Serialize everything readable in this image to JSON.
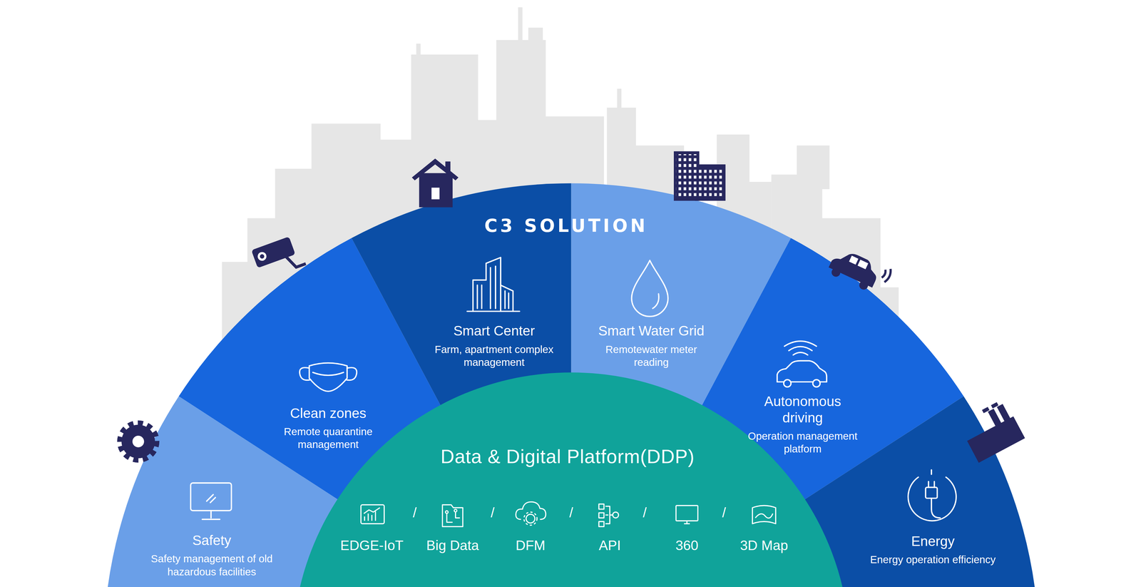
{
  "diagram": {
    "title": "C3 SOLUTION",
    "nodes": [
      {
        "text": [
          "Safety",
          "Safety management of old hazardous facilities"
        ]
      },
      {
        "text": [
          "Clean zones",
          "Remote quarantine management"
        ]
      },
      {
        "text": [
          "Smart Center",
          "Farm, apartment complex management"
        ]
      },
      {
        "text": [
          "Smart Water Grid",
          "Remotewater meter reading"
        ]
      },
      {
        "text": [
          "Autonomous driving",
          "Operation management platform"
        ]
      },
      {
        "text": [
          "Energy",
          "Energy operation efficiency"
        ]
      },
      {
        "text": [
          "Data & Digital Platform(DDP)"
        ]
      }
    ],
    "labels": [
      "EDGE-IoT",
      "/",
      "Big Data",
      "/",
      "DFM",
      "/",
      "API",
      "/",
      "360",
      "/",
      "3D Map"
    ]
  }
}
